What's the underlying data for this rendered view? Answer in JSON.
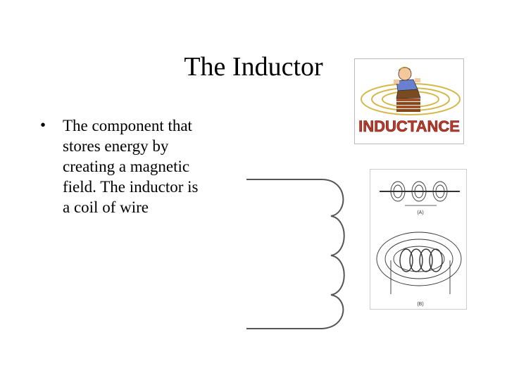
{
  "slide": {
    "title": "The Inductor",
    "bullet_marker": "•",
    "bullet_text": "The component that\nstores energy by\ncreating a magnetic\nfield.  The inductor is\na coil of wire"
  },
  "clipart": {
    "word": "INDUCTANCE",
    "word_color": "#c0392b"
  },
  "figure": {
    "label_a": "(A)",
    "label_b": "(B)"
  }
}
